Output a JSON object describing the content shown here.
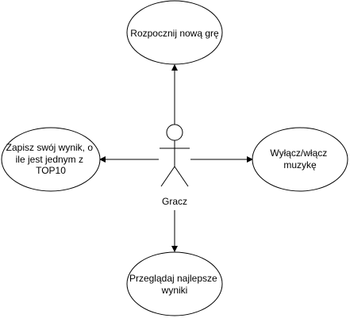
{
  "diagram": {
    "actor": {
      "name": "Gracz"
    },
    "use_cases": [
      {
        "id": "new-game",
        "lines": [
          "Rozpocznij nową grę"
        ]
      },
      {
        "id": "save-score",
        "lines": [
          "Zapisz swój wynik, o",
          "ile jest jednym z",
          "TOP10"
        ]
      },
      {
        "id": "toggle-music",
        "lines": [
          "Wyłącz/włącz",
          "muzykę"
        ]
      },
      {
        "id": "best-scores",
        "lines": [
          "Przeglądaj najlepsze",
          "wyniki"
        ]
      }
    ],
    "colors": {
      "stroke": "#000000",
      "fill": "#ffffff"
    }
  }
}
